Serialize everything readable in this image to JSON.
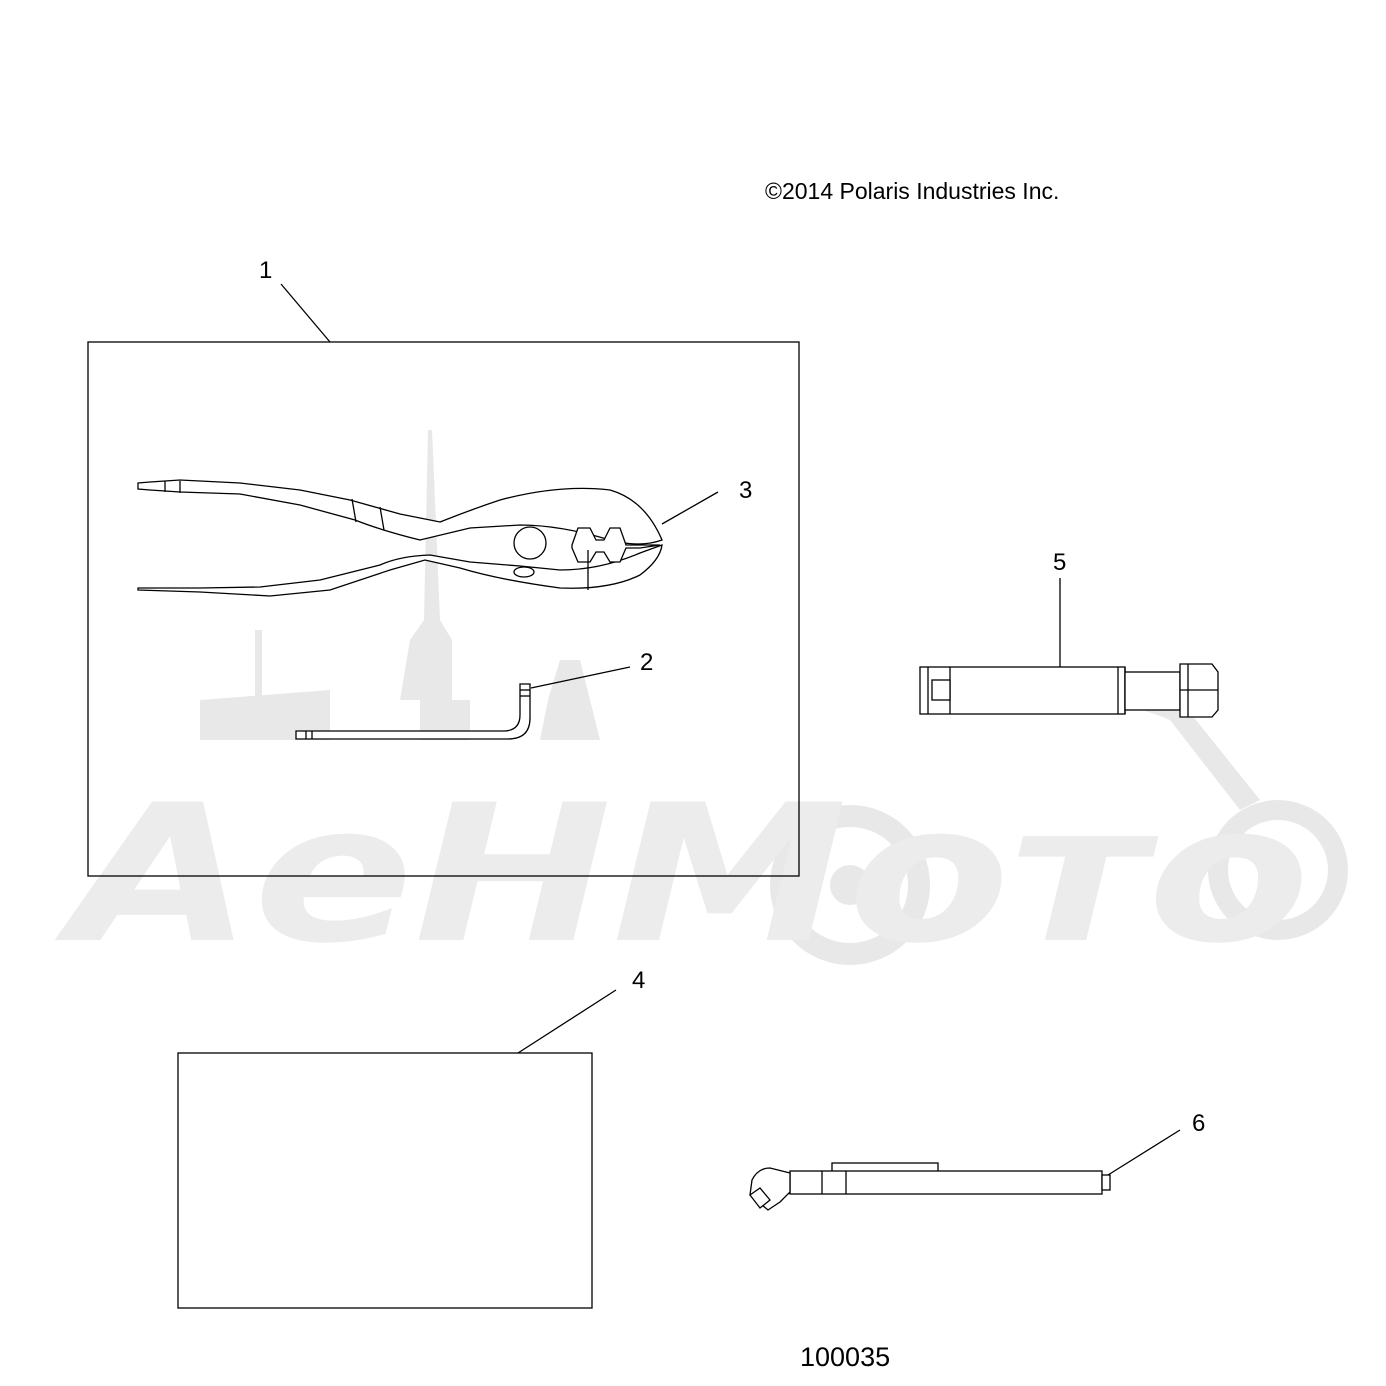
{
  "copyright": "©2014 Polaris Industries Inc.",
  "diagram_number": "100035",
  "watermark": "АеНМото",
  "callouts": [
    {
      "id": "1",
      "label": "1"
    },
    {
      "id": "2",
      "label": "2"
    },
    {
      "id": "3",
      "label": "3"
    },
    {
      "id": "4",
      "label": "4"
    },
    {
      "id": "5",
      "label": "5"
    },
    {
      "id": "6",
      "label": "6"
    }
  ],
  "icons": {
    "pliers": "pliers-icon",
    "hex_key": "hex-key-icon",
    "spark_plug_socket": "spark-plug-socket-icon",
    "tire_gauge": "tire-gauge-icon",
    "manual": "manual-icon",
    "tool_kit": "tool-kit-icon"
  }
}
